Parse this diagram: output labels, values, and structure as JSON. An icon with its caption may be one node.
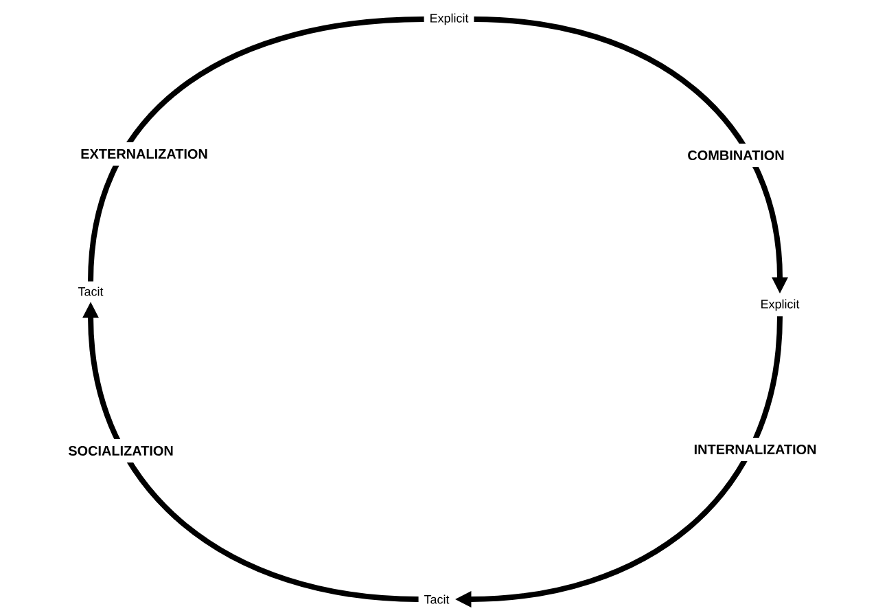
{
  "diagram": {
    "nodes": [
      {
        "text": [
          "Explicit"
        ]
      },
      {
        "text": [
          "Explicit"
        ]
      },
      {
        "text": [
          "Tacit"
        ]
      },
      {
        "text": [
          "Tacit"
        ]
      }
    ],
    "edges": [
      {
        "from": 0,
        "to": 1,
        "arrow": "to",
        "label": "COMBINATION"
      },
      {
        "from": 1,
        "to": 2,
        "arrow": "to",
        "label": "INTERNALIZATION"
      },
      {
        "from": 2,
        "to": 3,
        "arrow": "to",
        "label": "SOCIALIZATION"
      },
      {
        "from": 3,
        "to": 0,
        "arrow": "none",
        "label": "EXTERNALIZATION"
      }
    ]
  }
}
